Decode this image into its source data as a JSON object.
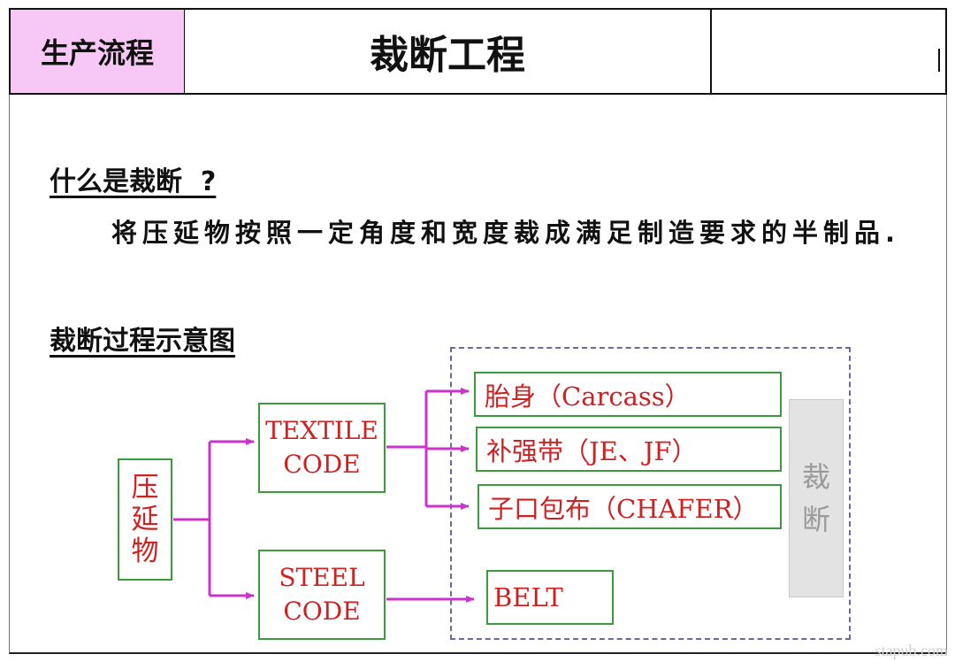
{
  "header": {
    "left_label": "生产流程",
    "title": "裁断工程"
  },
  "question": {
    "title": "什么是裁断  ?",
    "answer": "将压延物按照一定角度和宽度裁成满足制造要求的半制品."
  },
  "diagram": {
    "title": "裁断过程示意图",
    "source_lines": [
      "压",
      "延",
      "物"
    ],
    "textile_lines": [
      "TEXTILE",
      "CODE"
    ],
    "steel_lines": [
      "STEEL",
      "CODE"
    ],
    "carcass": "胎身（Carcass）",
    "je_jf": "补强带（JE、JF）",
    "chafer": "子口包布（CHAFER）",
    "belt": "BELT",
    "process_lines": [
      "裁",
      "断"
    ],
    "colors": {
      "arrow": "#cc33cc",
      "box_border": "#3c9a3c",
      "box_text": "#cc2222",
      "header_left_bg": "#f7c8f5"
    }
  },
  "watermark": "stapub.com"
}
